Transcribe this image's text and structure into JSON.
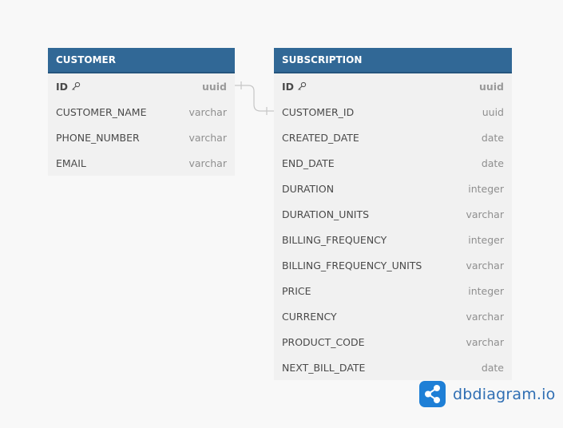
{
  "tables": [
    {
      "name": "CUSTOMER",
      "fields": [
        {
          "name": "ID",
          "type": "uuid",
          "pk": true
        },
        {
          "name": "CUSTOMER_NAME",
          "type": "varchar",
          "pk": false
        },
        {
          "name": "PHONE_NUMBER",
          "type": "varchar",
          "pk": false
        },
        {
          "name": "EMAIL",
          "type": "varchar",
          "pk": false
        }
      ]
    },
    {
      "name": "SUBSCRIPTION",
      "fields": [
        {
          "name": "ID",
          "type": "uuid",
          "pk": true
        },
        {
          "name": "CUSTOMER_ID",
          "type": "uuid",
          "pk": false
        },
        {
          "name": "CREATED_DATE",
          "type": "date",
          "pk": false
        },
        {
          "name": "END_DATE",
          "type": "date",
          "pk": false
        },
        {
          "name": "DURATION",
          "type": "integer",
          "pk": false
        },
        {
          "name": "DURATION_UNITS",
          "type": "varchar",
          "pk": false
        },
        {
          "name": "BILLING_FREQUENCY",
          "type": "integer",
          "pk": false
        },
        {
          "name": "BILLING_FREQUENCY_UNITS",
          "type": "varchar",
          "pk": false
        },
        {
          "name": "PRICE",
          "type": "integer",
          "pk": false
        },
        {
          "name": "CURRENCY",
          "type": "varchar",
          "pk": false
        },
        {
          "name": "PRODUCT_CODE",
          "type": "varchar",
          "pk": false
        },
        {
          "name": "NEXT_BILL_DATE",
          "type": "date",
          "pk": false
        }
      ]
    }
  ],
  "relationships": [
    {
      "from": "CUSTOMER.ID",
      "to": "SUBSCRIPTION.CUSTOMER_ID",
      "cardinality": "one-to-many"
    }
  ],
  "brand": {
    "text": "dbdiagram.io",
    "logo_icon": "dbdiagram-share-icon",
    "color": "#1e7fd6"
  },
  "colors": {
    "header": "#316896",
    "body": "#f1f1f1",
    "background": "#f8f8f8"
  }
}
